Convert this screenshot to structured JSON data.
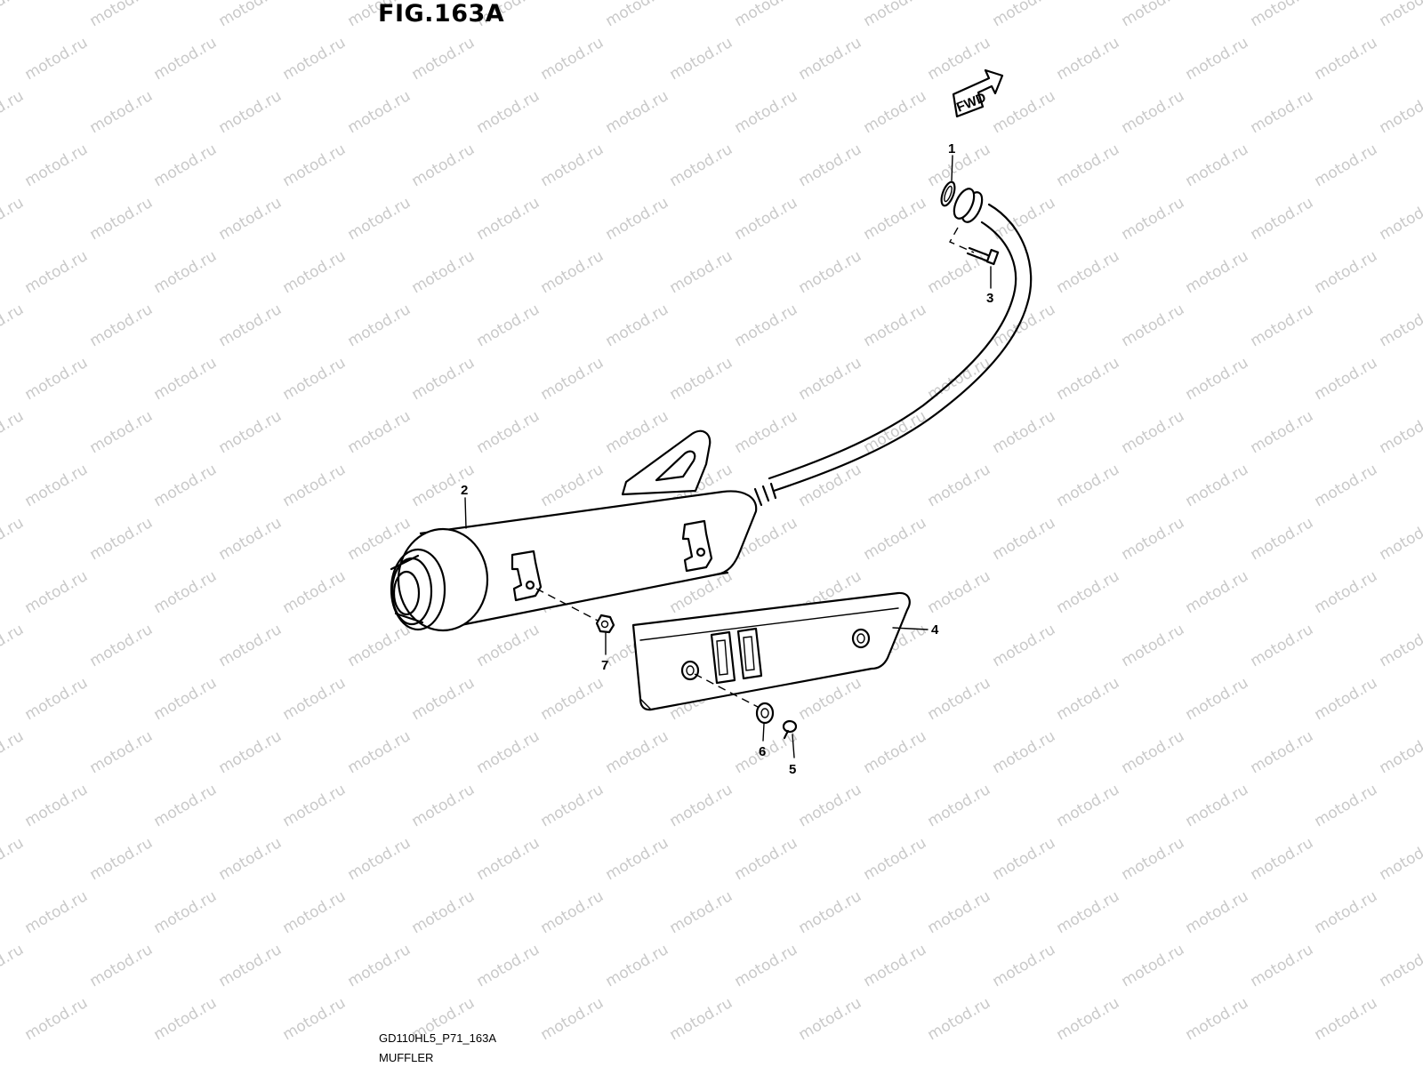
{
  "figure": {
    "title": "FIG.163A",
    "drawing_code": "GD110HL5_P71_163A",
    "caption": "MUFFLER",
    "direction_label": "FWD",
    "watermark": "motod.ru"
  },
  "callouts": [
    {
      "id": "1",
      "label": "1"
    },
    {
      "id": "2",
      "label": "2"
    },
    {
      "id": "3",
      "label": "3"
    },
    {
      "id": "4",
      "label": "4"
    },
    {
      "id": "5",
      "label": "5"
    },
    {
      "id": "6",
      "label": "6"
    },
    {
      "id": "7",
      "label": "7"
    }
  ]
}
